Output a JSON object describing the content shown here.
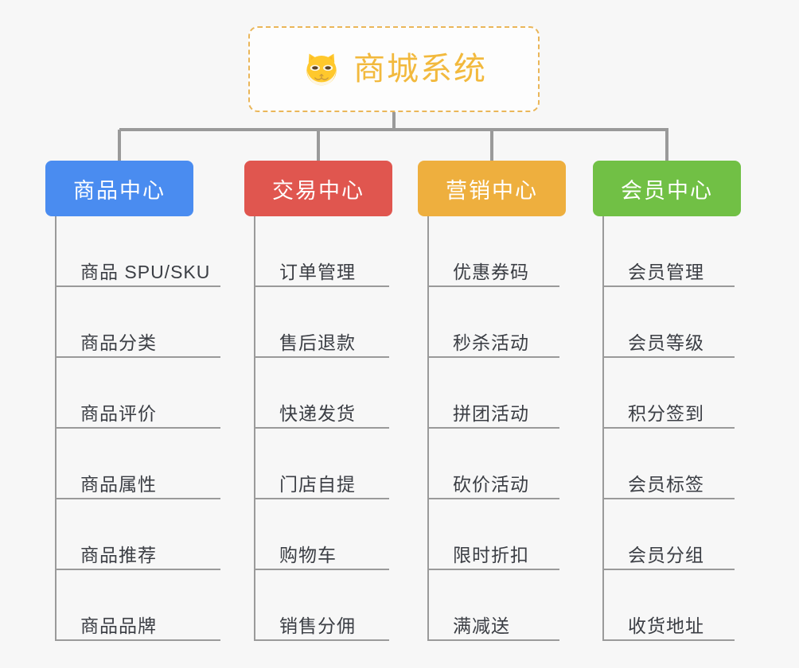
{
  "diagram": {
    "type": "mind-map",
    "background_color": "#f7f7f7",
    "connector_color": "#9a9a9a",
    "root": {
      "title": "商城系统",
      "icon": "shiba-dog-face-emoji",
      "border_color": "#eab659",
      "text_color": "#f2b93d",
      "background_color": "#fdfdfd"
    },
    "columns": [
      {
        "header": "商品中心",
        "color": "#4a8cf0",
        "items": [
          "商品 SPU/SKU",
          "商品分类",
          "商品评价",
          "商品属性",
          "商品推荐",
          "商品品牌"
        ]
      },
      {
        "header": "交易中心",
        "color": "#e0564f",
        "items": [
          "订单管理",
          "售后退款",
          "快递发货",
          "门店自提",
          "购物车",
          "销售分佣"
        ]
      },
      {
        "header": "营销中心",
        "color": "#eeaf3e",
        "items": [
          "优惠券码",
          "秒杀活动",
          "拼团活动",
          "砍价活动",
          "限时折扣",
          "满减送"
        ]
      },
      {
        "header": "会员中心",
        "color": "#71c045",
        "items": [
          "会员管理",
          "会员等级",
          "积分签到",
          "会员标签",
          "会员分组",
          "收货地址"
        ]
      }
    ]
  }
}
